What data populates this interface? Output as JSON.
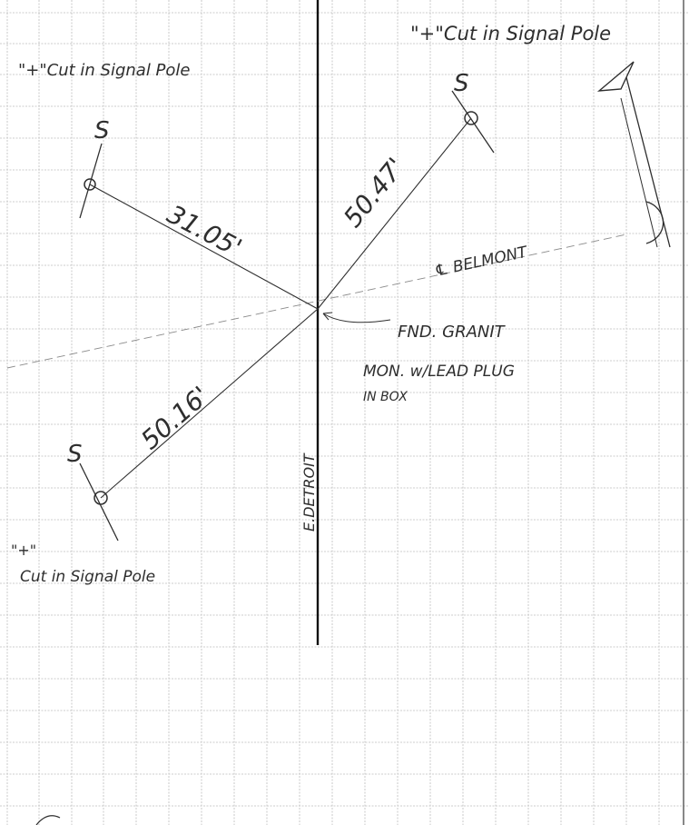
{
  "sheet": {
    "colors": {
      "paper": "#ffffff",
      "grid": "#bdbdbd",
      "ink": "#2e2e2e",
      "faint_ink": "#8a8a8a"
    }
  },
  "labels": {
    "top_right_note": "\"+\"Cut in Signal Pole",
    "top_left_note": "\"+\"Cut in Signal Pole",
    "bottom_left_note_mark": "\"+\"",
    "bottom_left_note": "Cut in Signal Pole",
    "pole_top_left": "S",
    "pole_top_right": "S",
    "pole_bottom_left": "S",
    "dist_top_left": "31.05'",
    "dist_top_right": "50.47'",
    "dist_bottom_left": "50.16'",
    "street_belmont": "℄ BELMONT",
    "street_edetroit": "E.DETROIT",
    "monument_line1": "FND. GRANIT",
    "monument_line2": "MON. w/LEAD PLUG",
    "monument_line3": "IN BOX"
  },
  "north_arrow": {
    "icon": "north-arrow-icon"
  }
}
